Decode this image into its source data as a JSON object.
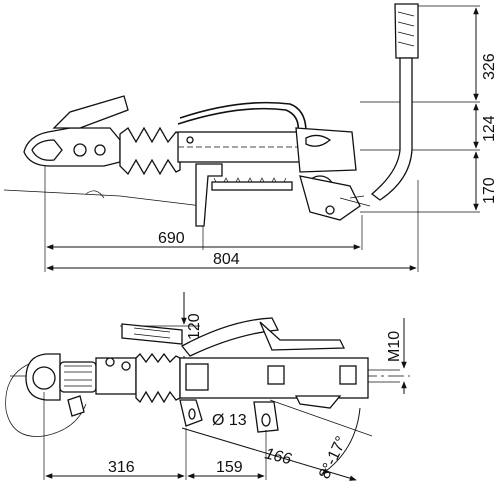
{
  "drawing": {
    "side_view": {
      "dimensions": {
        "d326": "326",
        "d124": "124",
        "d170": "170",
        "d690": "690",
        "d804": "804"
      }
    },
    "top_view": {
      "dimensions": {
        "d120": "120",
        "m10": "M10",
        "hole": "Ø 13",
        "d166": "166",
        "angle": "8°-17°",
        "d316": "316",
        "d159": "159"
      }
    }
  }
}
